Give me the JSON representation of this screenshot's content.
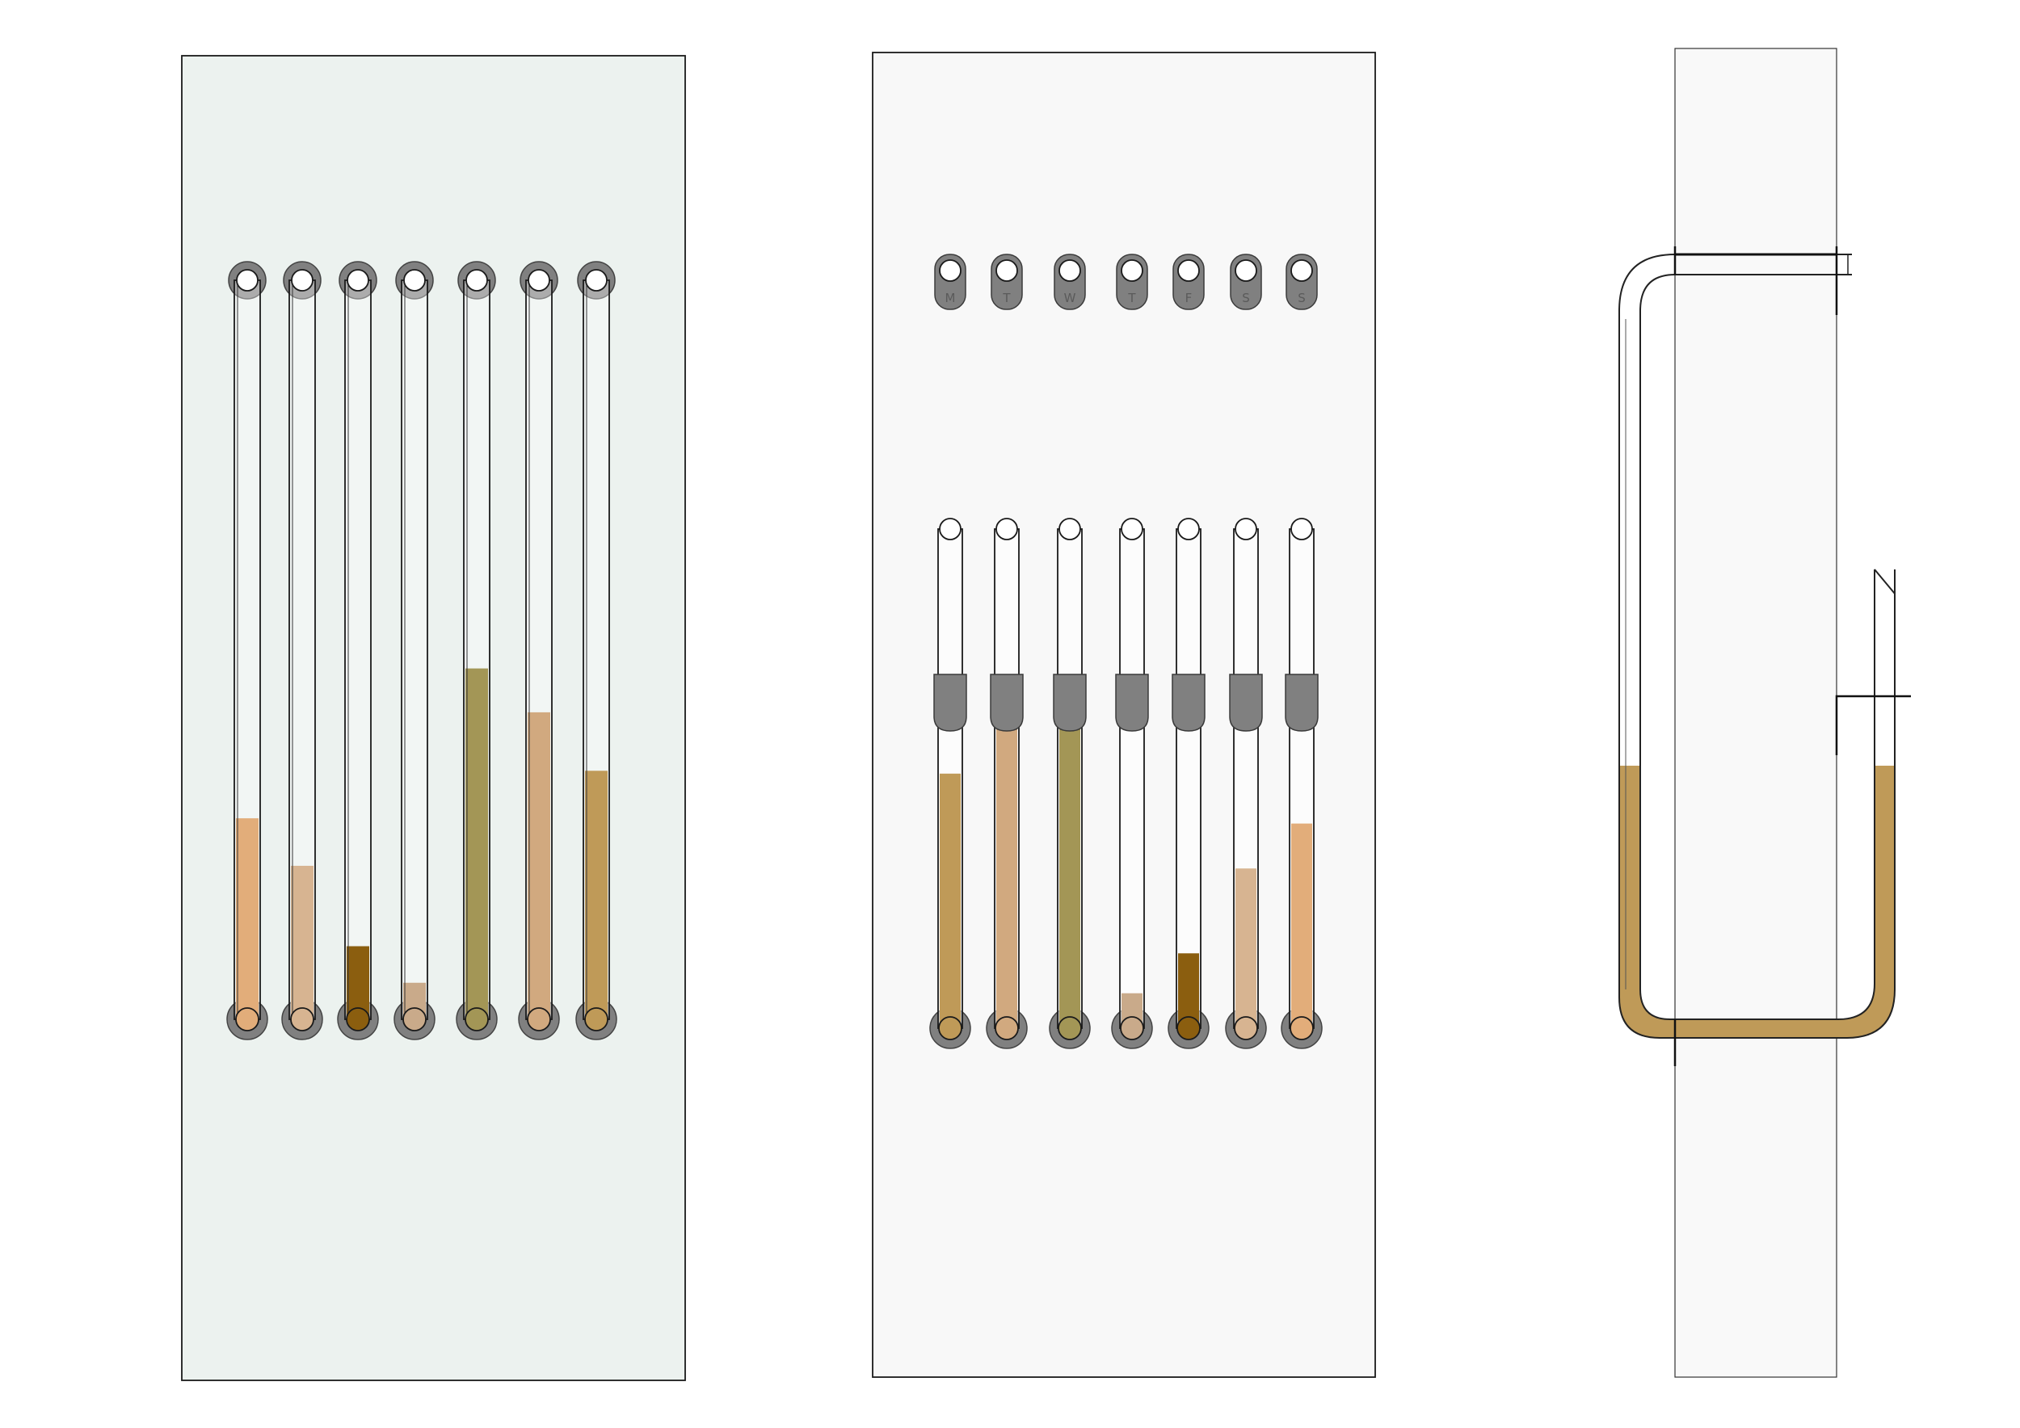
{
  "colors": {
    "panel_front": "#ecf2ef",
    "panel_mid": "#f8f8f8",
    "panel_side": "#f9f9f9",
    "stroke": "#1a1a1a",
    "clip": "#808080",
    "clip_dark": "#6e6e6e"
  },
  "tubes": [
    {
      "color": "#e2ad7a",
      "level": 0.275
    },
    {
      "color": "#d7b491",
      "level": 0.21
    },
    {
      "color": "#8b5e0f",
      "level": 0.1
    },
    {
      "color": "#c9aa8a",
      "level": 0.05
    },
    {
      "color": "#a39656",
      "level": 0.48
    },
    {
      "color": "#d1a97f",
      "level": 0.42
    },
    {
      "color": "#bf9a58",
      "level": 0.34
    }
  ],
  "middle_tubes": [
    {
      "color": "#bf9a58",
      "level": 0.51,
      "label": "M"
    },
    {
      "color": "#d1a97f",
      "level": 0.64,
      "label": "T"
    },
    {
      "color": "#a39656",
      "level": 0.7,
      "label": "W"
    },
    {
      "color": "#c9aa8a",
      "level": 0.07,
      "label": "T"
    },
    {
      "color": "#8b5e0f",
      "level": 0.15,
      "label": "F"
    },
    {
      "color": "#d7b491",
      "level": 0.32,
      "label": "S"
    },
    {
      "color": "#e2ad7a",
      "level": 0.41,
      "label": "S"
    }
  ],
  "side_view": {
    "color": "#bf9a58"
  }
}
